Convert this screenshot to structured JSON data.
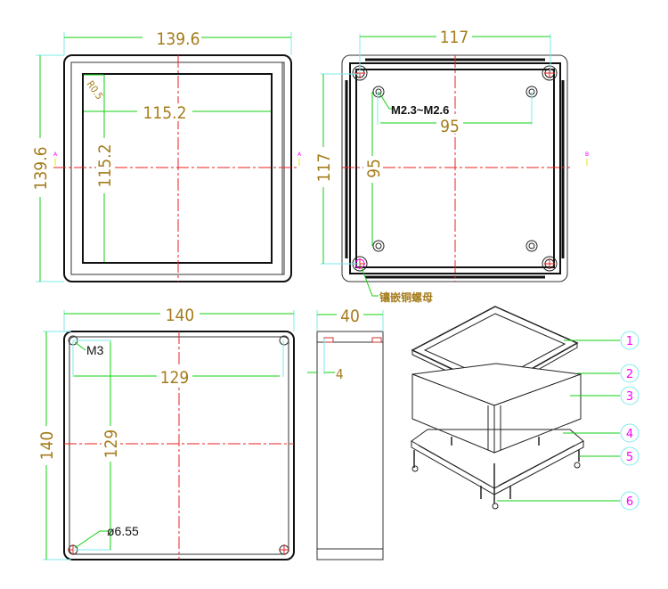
{
  "view_top_lid": {
    "width_dim": "139.6",
    "height_dim": "139.6",
    "inner_width_dim": "115.2",
    "inner_height_dim": "115.2",
    "radius_note": "R0.5",
    "section_mark": "A"
  },
  "view_top_box": {
    "width_dim": "117",
    "height_dim": "117",
    "hole_pitch_x": "95",
    "hole_pitch_y": "95",
    "screw_note": "M2.3~M2.6",
    "insert_note": "镶嵌铜螺母",
    "section_mark": "B"
  },
  "view_bottom": {
    "width_dim": "140",
    "height_dim": "140",
    "hole_pitch_x": "129",
    "hole_pitch_y": "129",
    "thread_note": "M3",
    "hole_note": "ø6.55"
  },
  "view_side": {
    "depth_dim": "40",
    "offset_dim": "4"
  },
  "exploded_view": {
    "balloons": [
      "1",
      "2",
      "3",
      "4",
      "5",
      "6"
    ]
  },
  "colors": {
    "dimension_text": "#a57c1b",
    "dimension_line": "#10d010",
    "extension_line": "#7fe8ee",
    "center_line": "#ee2020",
    "balloon": "#ff00ff"
  }
}
